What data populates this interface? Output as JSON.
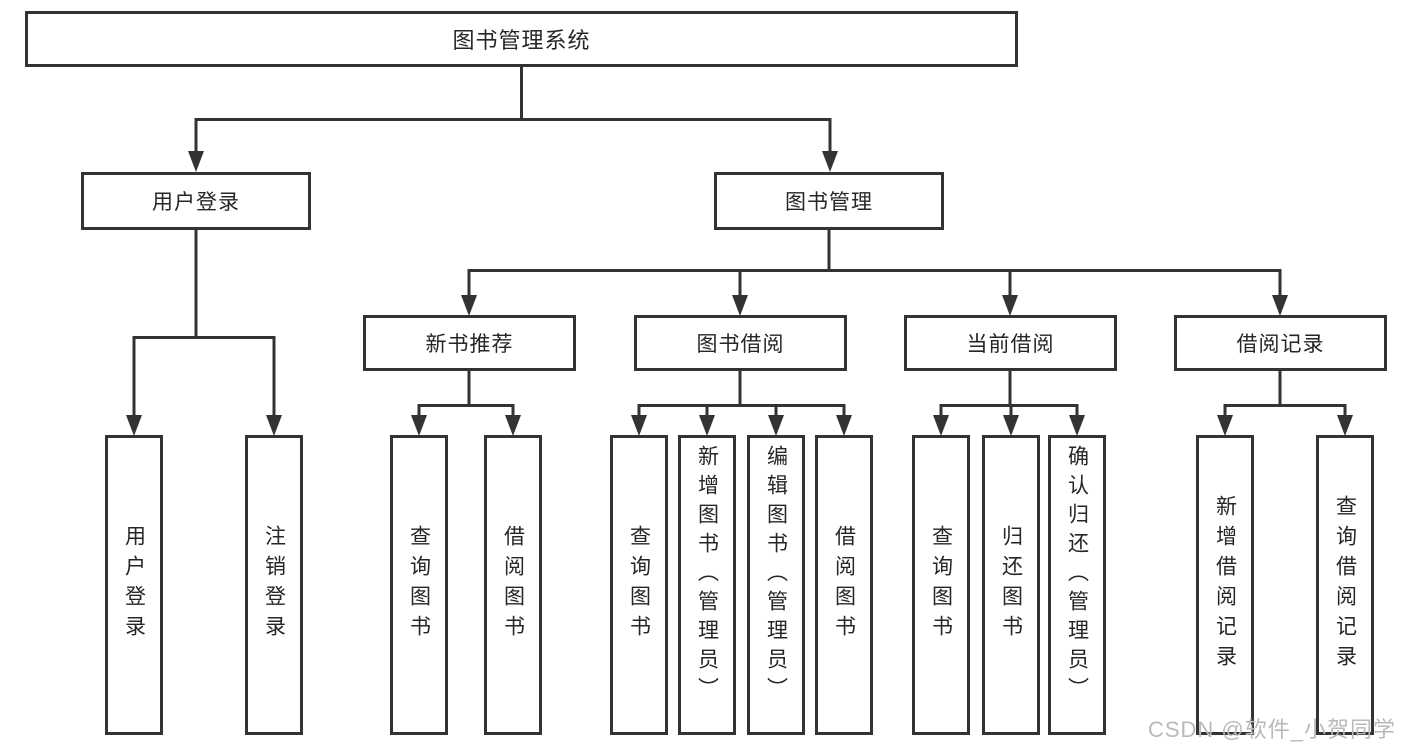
{
  "tree": {
    "label": "图书管理系统",
    "children": [
      {
        "label": "用户登录",
        "children": [
          {
            "label": "用户登录"
          },
          {
            "label": "注销登录"
          }
        ]
      },
      {
        "label": "图书管理",
        "children": [
          {
            "label": "新书推荐",
            "children": [
              {
                "label": "查询图书"
              },
              {
                "label": "借阅图书"
              }
            ]
          },
          {
            "label": "图书借阅",
            "children": [
              {
                "label": "查询图书"
              },
              {
                "label": "新增图书（管理员）"
              },
              {
                "label": "编辑图书（管理员）"
              },
              {
                "label": "借阅图书"
              }
            ]
          },
          {
            "label": "当前借阅",
            "children": [
              {
                "label": "查询图书"
              },
              {
                "label": "归还图书"
              },
              {
                "label": "确认归还（管理员）"
              }
            ]
          },
          {
            "label": "借阅记录",
            "children": [
              {
                "label": "新增借阅记录"
              },
              {
                "label": "查询借阅记录"
              }
            ]
          }
        ]
      }
    ]
  },
  "watermark": {
    "text": "CSDN @软件_小贺同学"
  },
  "colors": {
    "line": "#333333",
    "box_background": "#ffffff",
    "text": "#262626",
    "watermark": "#b9b9b9",
    "background": "#ffffff"
  }
}
